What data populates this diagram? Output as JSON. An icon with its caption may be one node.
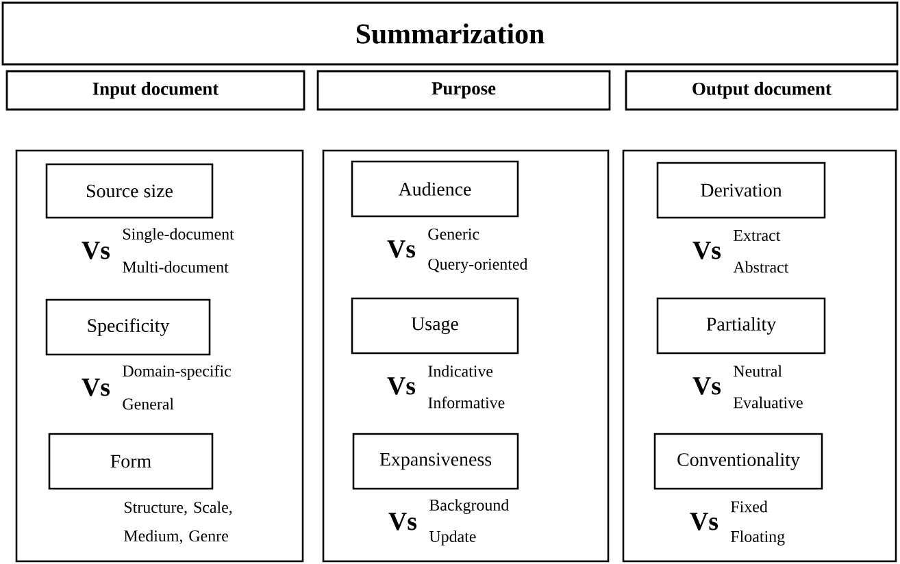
{
  "diagram": {
    "nodes": [
      {
        "text": [
          "Summarization"
        ]
      },
      {
        "text": [
          "Input document"
        ]
      },
      {
        "text": [
          "Purpose"
        ]
      },
      {
        "text": [
          "Output document"
        ]
      },
      {
        "text": [],
        "shape": "box"
      },
      {
        "text": [
          "Source size"
        ],
        "in": 4,
        "beside": [
          "Vs",
          "Single-document",
          "Multi-document"
        ]
      },
      {
        "text": [
          "Specificity"
        ],
        "in": 4,
        "beside": [
          "Vs",
          "Domain-specific",
          "General"
        ]
      },
      {
        "text": [
          "Form"
        ],
        "in": 4,
        "beside": [
          "Structure, Scale, Medium, Genre"
        ]
      },
      {
        "text": [],
        "shape": "box"
      },
      {
        "text": [
          "Audience"
        ],
        "in": 8,
        "beside": [
          "Vs",
          "Generic",
          "Query-oriented"
        ]
      },
      {
        "text": [
          "Usage"
        ],
        "in": 8,
        "beside": [
          "Vs",
          "Indicative",
          "Informative"
        ]
      },
      {
        "text": [
          "Expansiveness"
        ],
        "in": 8,
        "beside": [
          "Vs",
          "Background",
          "Update"
        ]
      },
      {
        "text": [],
        "shape": "box"
      },
      {
        "text": [
          "Derivation"
        ],
        "in": 12,
        "beside": [
          "Vs",
          "Extract",
          "Abstract"
        ]
      },
      {
        "text": [
          "Partiality"
        ],
        "in": 12,
        "beside": [
          "Vs",
          "Neutral",
          "Evaluative"
        ]
      },
      {
        "text": [
          "Conventionality"
        ],
        "in": 12,
        "beside": [
          "Vs",
          "Fixed",
          "Floating"
        ]
      }
    ]
  }
}
